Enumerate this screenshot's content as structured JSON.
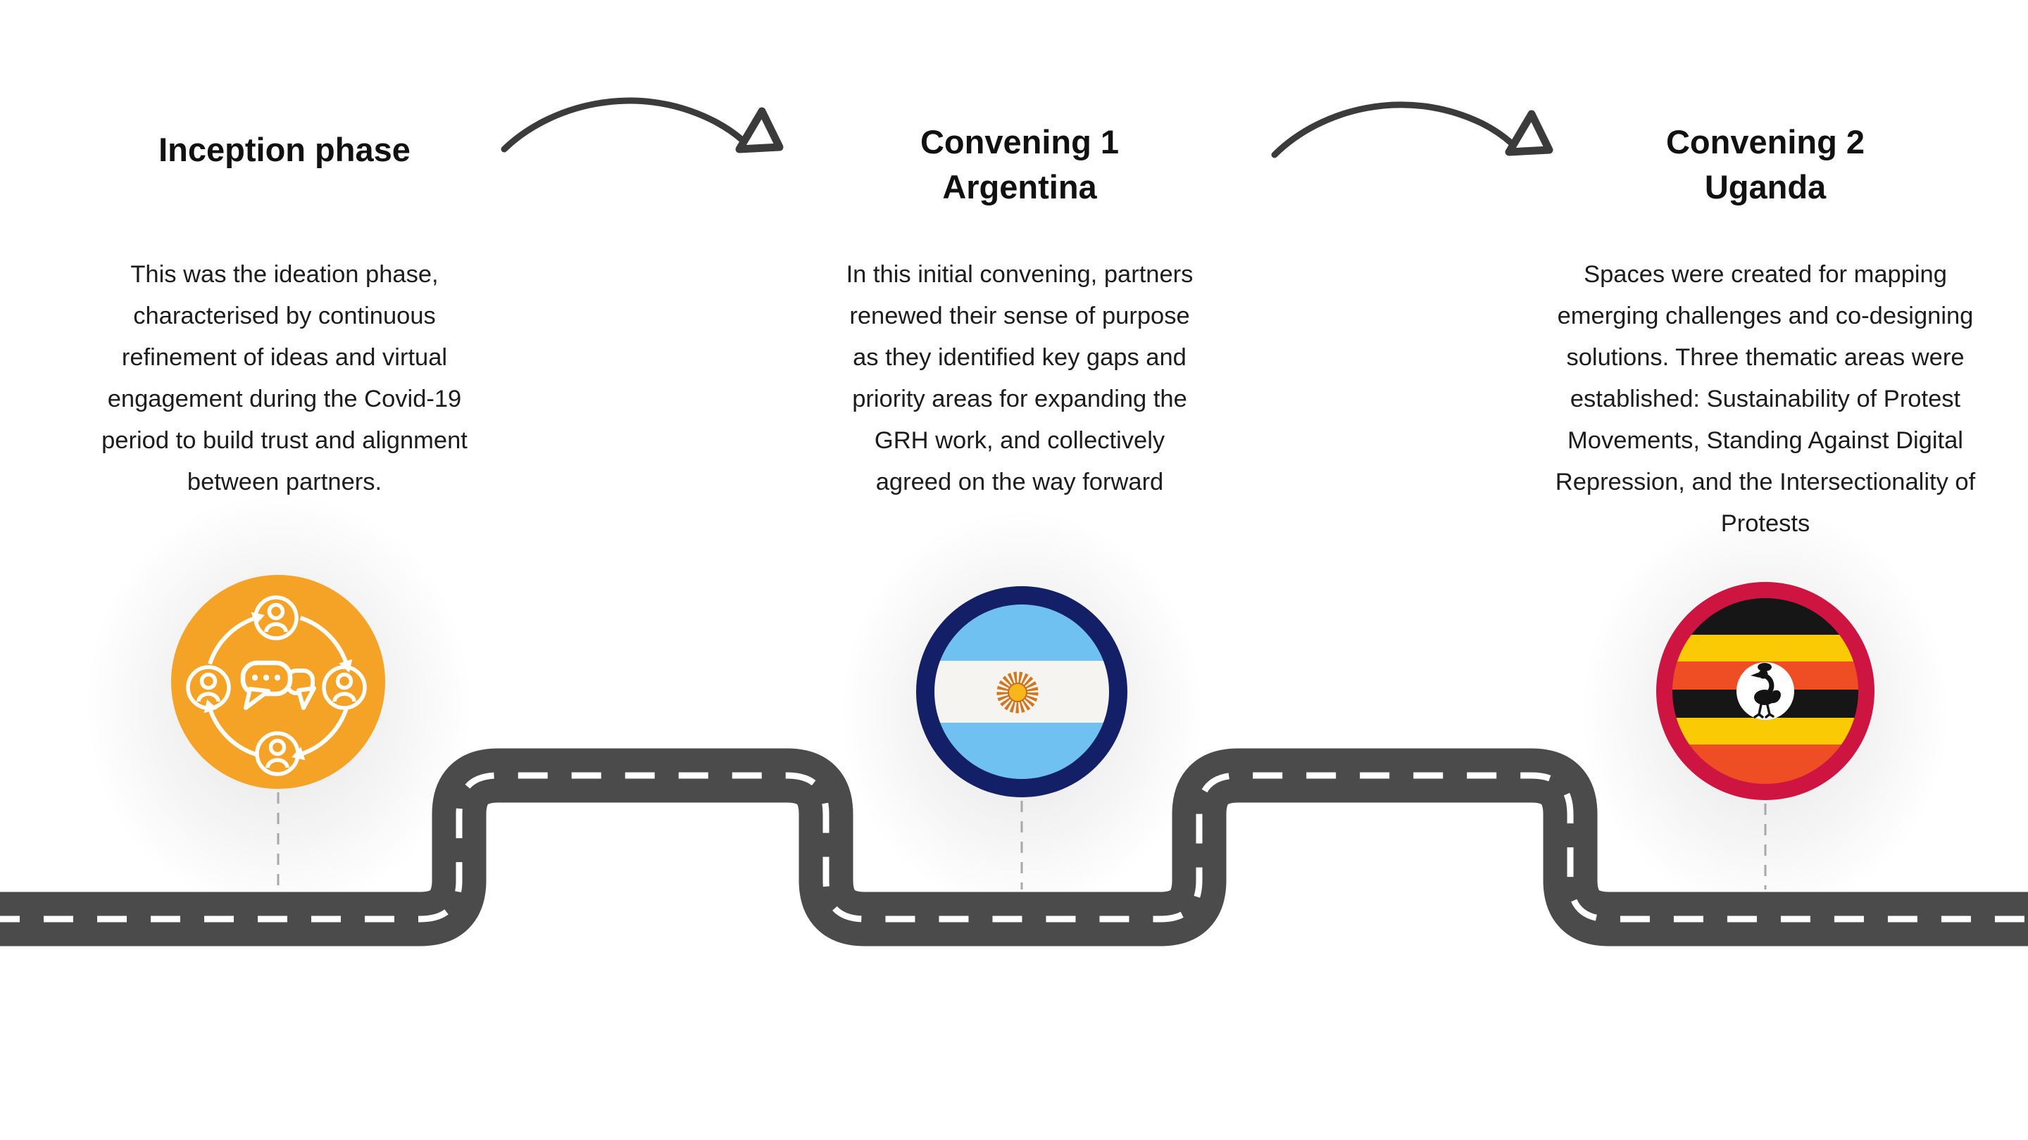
{
  "phases": [
    {
      "id": "inception",
      "title": "Inception phase",
      "description": "This was the ideation phase,\ncharacterised by continuous\nrefinement of ideas and virtual\nengagement during the Covid-19\nperiod to build trust and alignment\nbetween partners.",
      "icon": "collaboration-cycle-icon",
      "icon_color": "#F5A327"
    },
    {
      "id": "convening-1",
      "title": "Convening 1\nArgentina",
      "description": "In this initial convening, partners\nrenewed their sense of purpose\nas they identified key gaps and\npriority areas for expanding the\nGRH work, and collectively\nagreed on the way forward",
      "icon": "argentina-flag-icon",
      "ring_color": "#131F66"
    },
    {
      "id": "convening-2",
      "title": "Convening 2\nUganda",
      "description": "Spaces were created for mapping\nemerging challenges and co-designing\nsolutions. Three thematic areas were\nestablished: Sustainability of Protest\nMovements, Standing Against Digital\nRepression, and the Intersectionality of\nProtests",
      "icon": "uganda-flag-icon",
      "ring_color": "#CE1440"
    }
  ],
  "colors": {
    "background": "#FFFFFF",
    "road": "#4B4B4B",
    "road_dash": "#FFFFFF",
    "arrow": "#3B3B3B",
    "connector": "#A8A8A8",
    "title_text": "#111111",
    "body_text": "#1C1C1C",
    "icon_linework": "#FFFFFF"
  },
  "flags": {
    "argentina": {
      "blue": "#6EC1F0",
      "white": "#F5F4F1",
      "sun_core": "#F7B619",
      "sun_rays": "#D4761F"
    },
    "uganda": {
      "black": "#161616",
      "yellow": "#FACB05",
      "red": "#EF4D24",
      "disc": "#FFFFFF",
      "crane": "#131313"
    }
  }
}
